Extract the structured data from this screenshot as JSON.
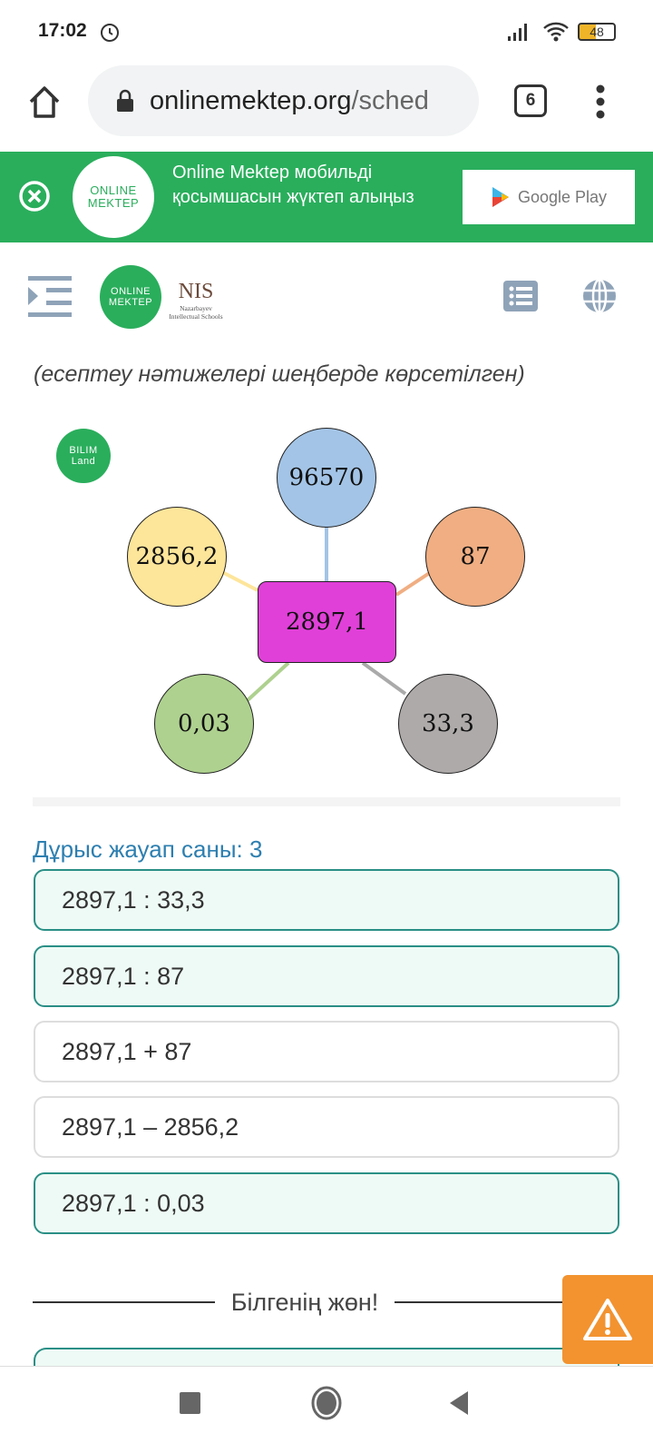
{
  "status": {
    "time": "17:02",
    "battery": "48"
  },
  "browser": {
    "url_host": "onlinemektep.org",
    "url_path": "/sched",
    "tab_count": "6"
  },
  "banner": {
    "text": "Online Mektep мобильді қосымшасын жүктеп алыңыз",
    "logo_line1": "ONLINE",
    "logo_line2": "MEKTEP",
    "store": "Google Play"
  },
  "header": {
    "logo_line1": "ONLINE",
    "logo_line2": "MEKTEP",
    "nis": "NIS",
    "nis_sub": "Nazarbayev Intellectual Schools"
  },
  "content": {
    "subtitle": "(есептеу нәтижелері шеңберде көрсетілген)",
    "bilim_line1": "BILIM",
    "bilim_line2": "Land",
    "diagram": {
      "center": "2897,1",
      "top": "96570",
      "left": "2856,2",
      "right": "87",
      "bottom_left": "0,03",
      "bottom_right": "33,3"
    },
    "correct_count": "Дұрыс жауап саны: 3",
    "options": [
      {
        "label": "2897,1 : 33,3",
        "selected": true
      },
      {
        "label": "2897,1 : 87",
        "selected": true
      },
      {
        "label": "2897,1 + 87",
        "selected": false
      },
      {
        "label": "2897,1 – 2856,2",
        "selected": false
      },
      {
        "label": "2897,1 : 0,03",
        "selected": true
      }
    ],
    "know_title": "Білгенің жөн!"
  },
  "colors": {
    "green": "#2aae5c",
    "blue": "#a3c4e6",
    "yellow": "#fde59a",
    "orange": "#f0ae82",
    "magenta": "#e040d8",
    "lightgreen": "#aed18f",
    "gray": "#aeaaaa",
    "warning": "#f29330"
  }
}
